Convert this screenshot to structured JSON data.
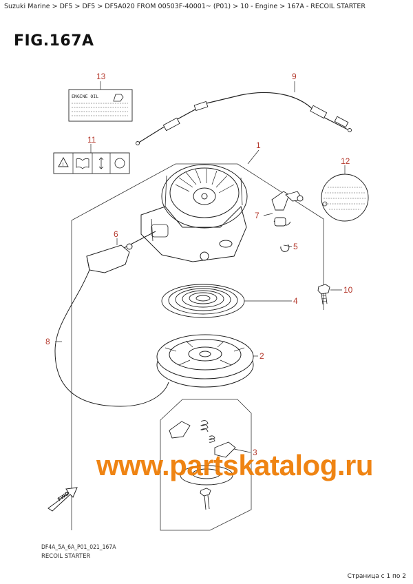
{
  "breadcrumb": "Suzuki Marine > DF5 > DF5 > DF5A020 FROM 00503F-40001~ (P01) > 10 - Engine > 167A - RECOIL STARTER",
  "figure_title": "FIG.167A",
  "diagram_code": "DF4A_5A_6A_P01_021_167A",
  "diagram_caption": "RECOIL STARTER",
  "engine_oil_label": "ENGINE OIL",
  "watermark": "www.partskatalog.ru",
  "pager": "Страница с 1 по 2",
  "callouts": [
    "13",
    "9",
    "11",
    "1",
    "12",
    "7",
    "5",
    "6",
    "10",
    "4",
    "8",
    "2",
    "3"
  ],
  "fwd_label": "FWD",
  "colors": {
    "callout": "#b53a2e",
    "line": "#222222",
    "watermark": "#ee7a00"
  }
}
